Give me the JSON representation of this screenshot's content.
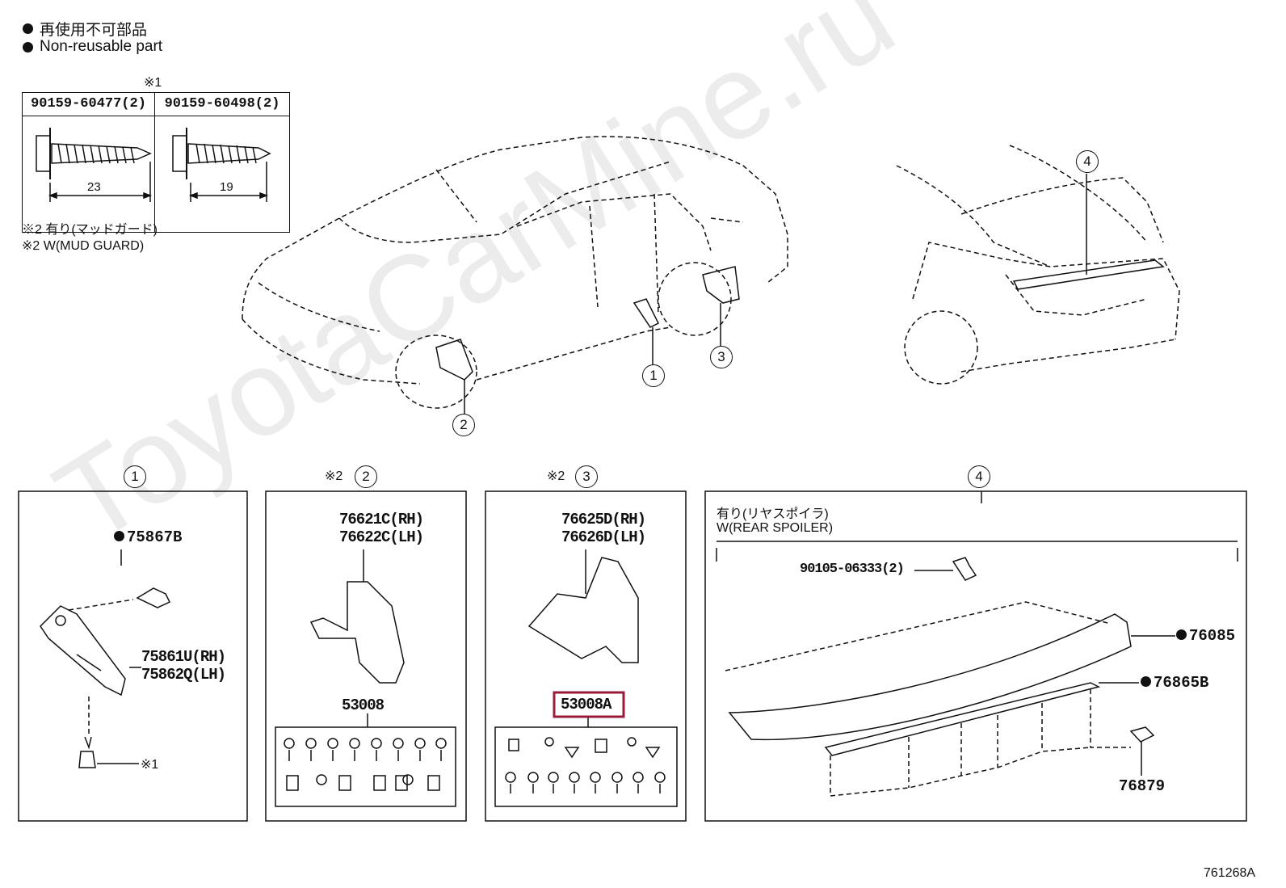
{
  "legend": {
    "line1": "再使用不可部品",
    "line2": "Non-reusable part"
  },
  "bolt_table": {
    "ref_mark": "※1",
    "col1_part": "90159-60477(2)",
    "col1_dim": "23",
    "col2_part": "90159-60498(2)",
    "col2_dim": "19"
  },
  "notes": {
    "jp": "※2 有り(マッドガード)",
    "en": "※2 W(MUD GUARD)"
  },
  "callouts": {
    "c1": "1",
    "c2": "2",
    "c3": "3",
    "c4": "4"
  },
  "panels": {
    "p1": {
      "num": "1",
      "part_top": "75867B",
      "part_rh": "75861U(RH)",
      "part_lh": "75862Q(LH)",
      "ref": "※1"
    },
    "p2": {
      "note": "※2",
      "num": "2",
      "part_rh": "76621C(RH)",
      "part_lh": "76622C(LH)",
      "kit": "53008"
    },
    "p3": {
      "note": "※2",
      "num": "3",
      "part_rh": "76625D(RH)",
      "part_lh": "76626D(LH)",
      "kit": "53008A"
    },
    "p4": {
      "num": "4",
      "label_jp": "有り(リヤスポイラ)",
      "label_en": "W(REAR SPOILER)",
      "bolt": "90105-06333(2)",
      "spoiler": "76085",
      "seal": "76865B",
      "clip": "76879"
    }
  },
  "diagram_id": "761268A",
  "watermark": "ToyotaCarMine.ru",
  "colors": {
    "highlight": "#9b1b3a",
    "line": "#111111"
  }
}
